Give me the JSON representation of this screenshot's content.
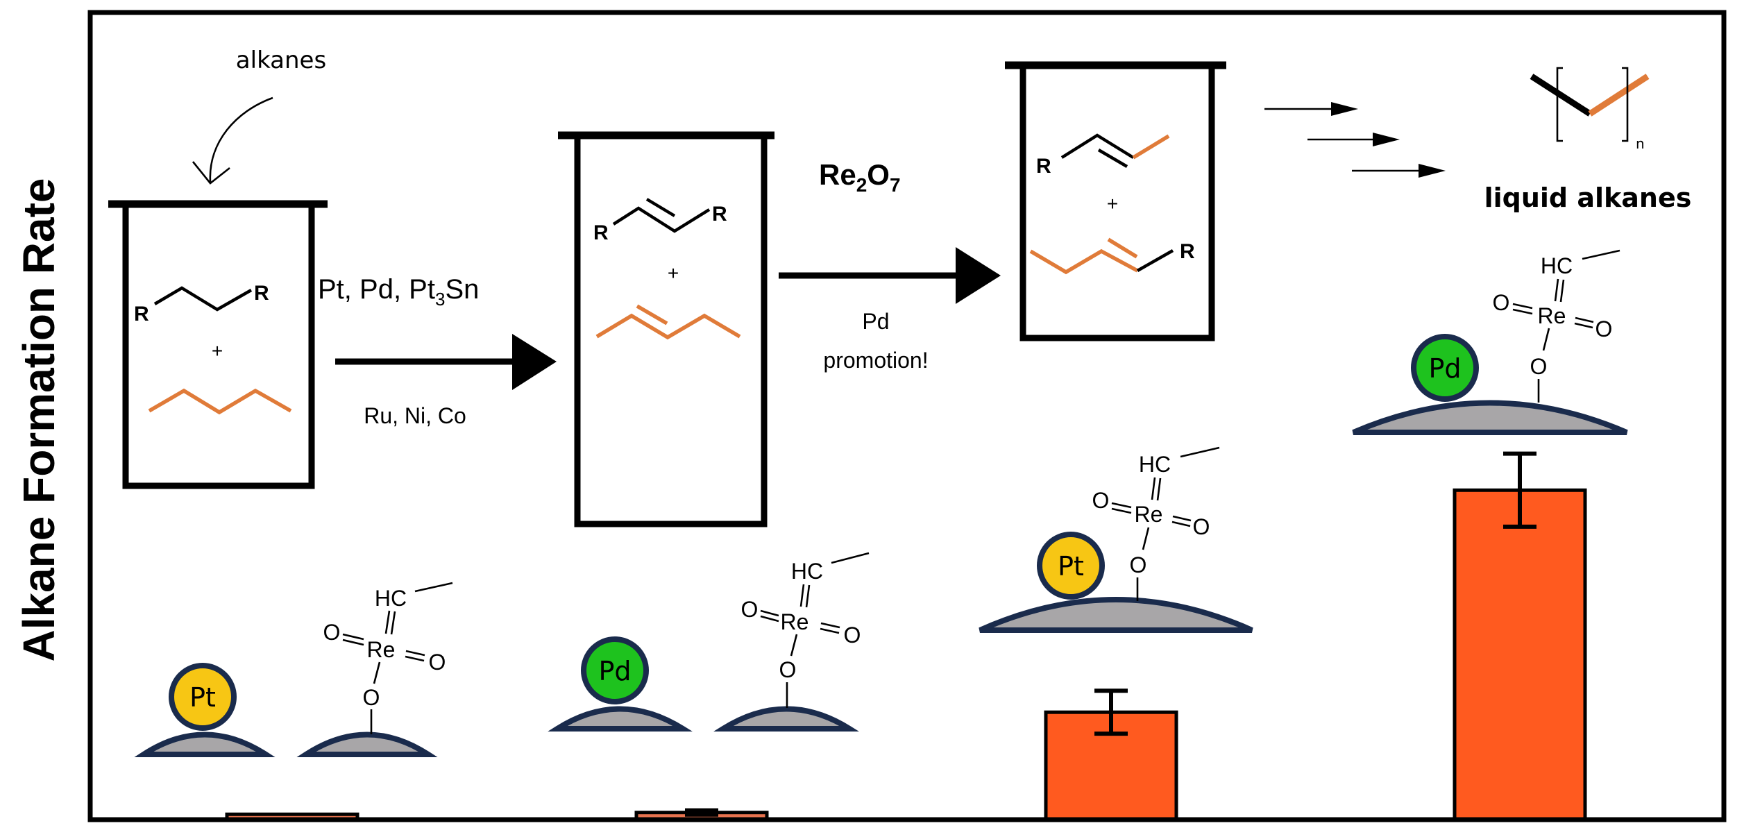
{
  "colors": {
    "bar_fill": "#ff5a1f",
    "bar_fill_small": "#e8734f",
    "orange_chain": "#e07b39",
    "pt_particle": "#f7c614",
    "pd_particle": "#1ec21e",
    "support_fill": "#a8a6a8",
    "support_edge": "#1a2b4c"
  },
  "scheme": {
    "feed_label": "alkanes",
    "step1": {
      "catalysts_main": "Pt, Pd, Pt",
      "catalysts_sub": "3",
      "catalysts_tail": "Sn",
      "catalysts_other": "Ru, Ni, Co"
    },
    "step2": {
      "reagent_main_a": "Re",
      "reagent_sub_a": "2",
      "reagent_main_b": "O",
      "reagent_sub_b": "7",
      "note_line1": "Pd",
      "note_line2": "promotion!"
    },
    "beaker1": {
      "r_left": "R",
      "r_right": "R",
      "plus": "+"
    },
    "beaker2": {
      "r_left": "R",
      "r_right": "R",
      "plus": "+"
    },
    "beaker3": {
      "r_top": "R",
      "r_bottom": "R",
      "plus": "+"
    },
    "product": {
      "repeat_subscript": "n",
      "label": "liquid alkanes"
    }
  },
  "catalyst_groups": [
    {
      "metal": "Pt",
      "re_hc": "HC",
      "re_o1": "O",
      "re_re": "Re",
      "re_o2": "O",
      "re_o3": "O",
      "configuration": "separate supports"
    },
    {
      "metal": "Pd",
      "re_hc": "HC",
      "re_o1": "O",
      "re_re": "Re",
      "re_o2": "O",
      "re_o3": "O",
      "configuration": "separate supports"
    },
    {
      "metal": "Pt",
      "re_hc": "HC",
      "re_o1": "O",
      "re_re": "Re",
      "re_o2": "O",
      "re_o3": "O",
      "configuration": "shared support"
    },
    {
      "metal": "Pd",
      "re_hc": "HC",
      "re_o1": "O",
      "re_re": "Re",
      "re_o2": "O",
      "re_o3": "O",
      "configuration": "shared support"
    }
  ],
  "chart_data": {
    "type": "bar",
    "title": "",
    "xlabel": "",
    "ylabel": "Alkane Formation Rate",
    "categories": [
      "Pt + ReOx (separate)",
      "Pd + ReOx (separate)",
      "Pt-ReOx (shared)",
      "Pd-ReOx (shared)"
    ],
    "values": [
      0.015,
      0.02,
      0.3,
      0.92
    ],
    "errors": [
      0.0,
      0.006,
      0.06,
      0.102
    ],
    "ylim": [
      0,
      1.0
    ],
    "yticks": [],
    "grid": false,
    "legend": "none",
    "units": "arbitrary (relative)"
  }
}
